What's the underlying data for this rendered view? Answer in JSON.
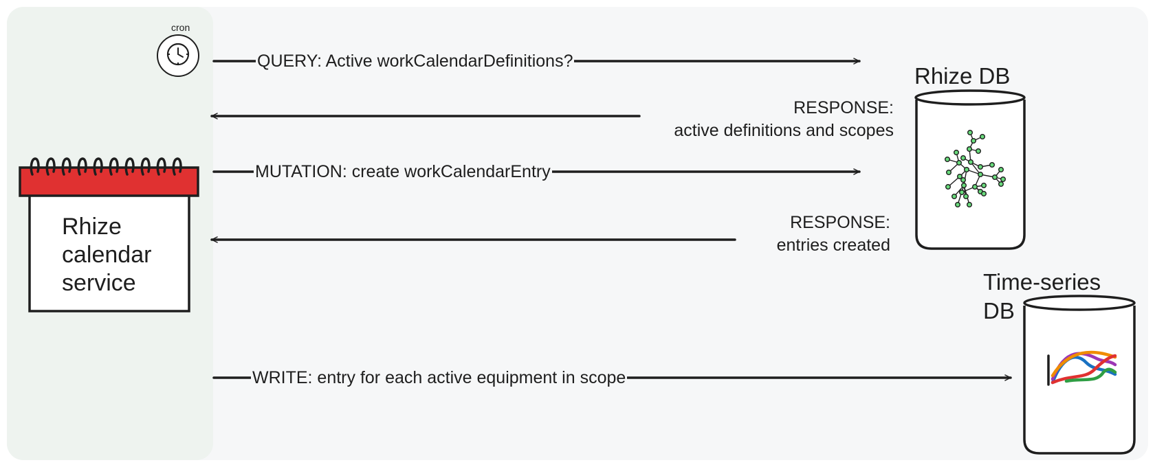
{
  "service": {
    "cron_label": "cron",
    "title": "Rhize calendar service"
  },
  "databases": {
    "rhize_db": "Rhize DB",
    "timeseries_line1": "Time-series",
    "timeseries_line2": "DB"
  },
  "messages": {
    "query": "QUERY: Active workCalendarDefinitions?",
    "response1_line1": "RESPONSE:",
    "response1_line2": "active definitions and scopes",
    "mutation": "MUTATION: create workCalendarEntry",
    "response2_line1": "RESPONSE:",
    "response2_line2": "entries created",
    "write": "WRITE: entry for each active equipment in scope"
  },
  "colors": {
    "background": "#f6f7f8",
    "service_panel": "#eef3ef",
    "calendar_header": "#e03131",
    "stroke": "#1e1e1e",
    "graph_node": "#69db7c",
    "series": [
      "#e03131",
      "#1971c2",
      "#2f9e44",
      "#9c36b5",
      "#f08c00"
    ]
  }
}
